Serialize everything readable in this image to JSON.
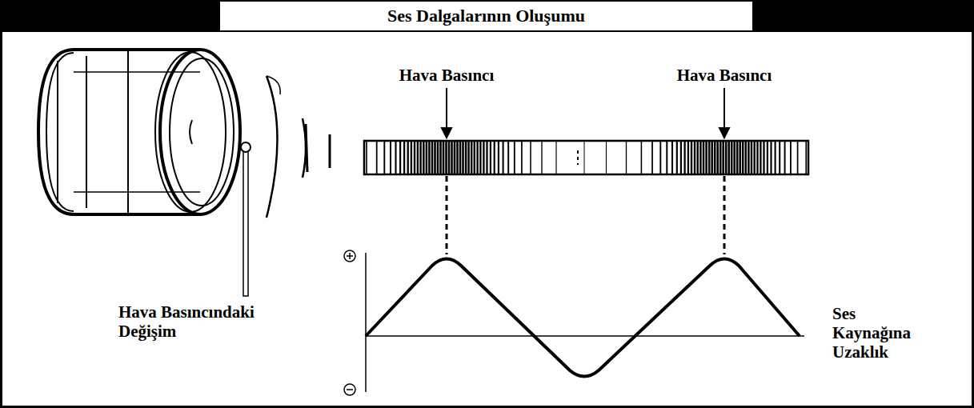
{
  "diagram": {
    "title": "Ses Dalgalarının Oluşumu",
    "labels": [
      "Hava Basıncı",
      "Hava Basıncı",
      "Hava Basıncındaki Değişim",
      "Ses Kaynağına Uzaklık"
    ]
  }
}
